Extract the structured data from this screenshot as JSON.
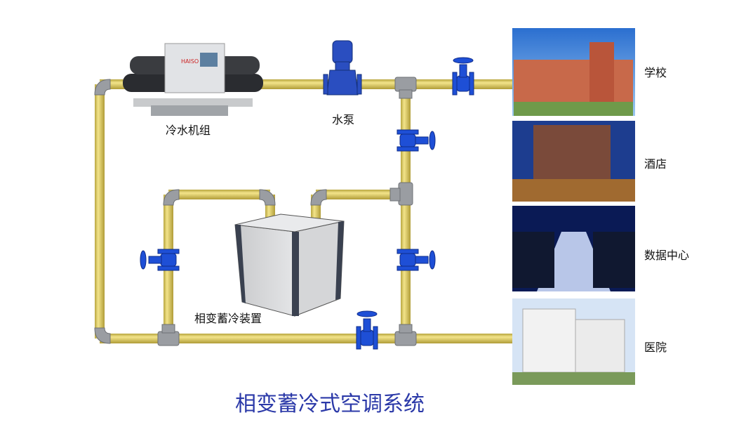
{
  "title": "相变蓄冷式空调系统",
  "labels": {
    "chiller": "冷水机组",
    "pump": "水泵",
    "storage": "相变蓄冷装置"
  },
  "buildings": [
    {
      "label": "学校"
    },
    {
      "label": "酒店"
    },
    {
      "label": "数据中心"
    },
    {
      "label": "医院"
    }
  ],
  "colors": {
    "pipe": "#e8d66c",
    "fitting": "#9a9da2",
    "valve": "#1e4fd6",
    "title": "#2b39a8"
  }
}
